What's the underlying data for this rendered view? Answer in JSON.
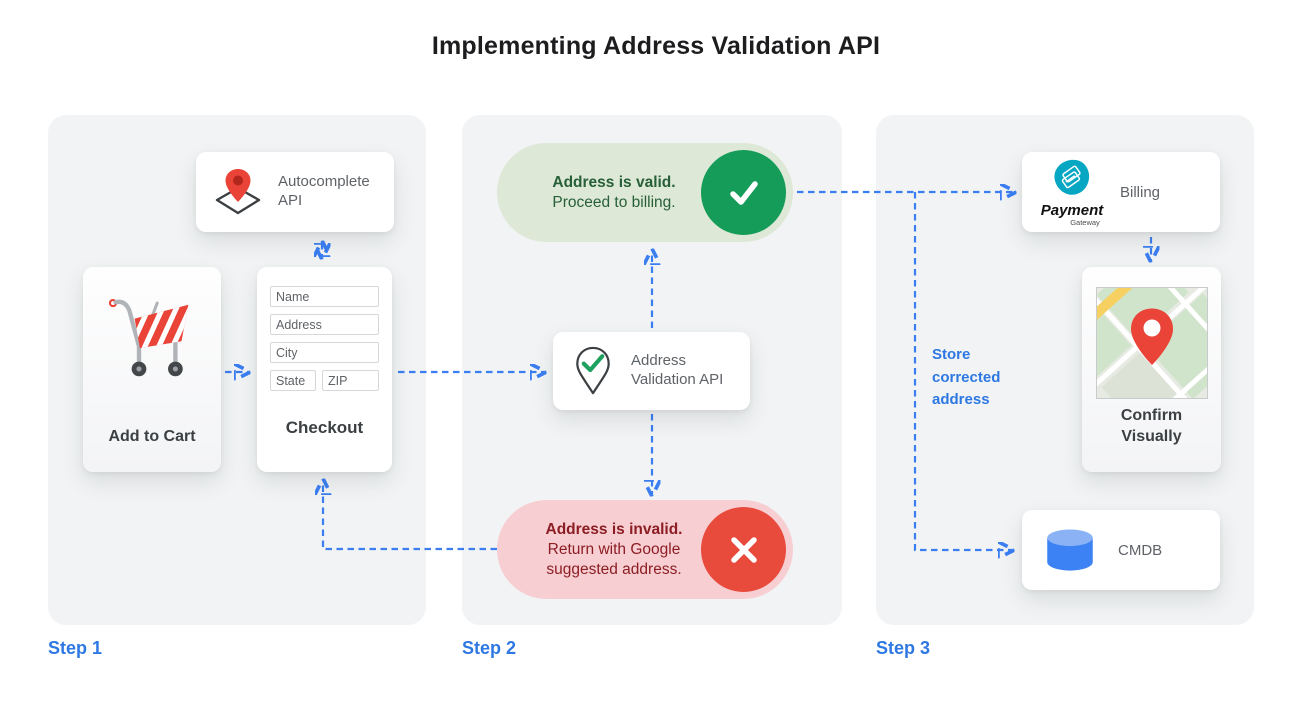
{
  "title": "Implementing Address Validation API",
  "steps": {
    "step1": {
      "label": "Step 1",
      "autocomplete_api": "Autocomplete API",
      "add_to_cart": "Add to Cart",
      "checkout_title": "Checkout",
      "form": {
        "name": "Name",
        "address": "Address",
        "city": "City",
        "state": "State",
        "zip": "ZIP"
      }
    },
    "step2": {
      "label": "Step 2",
      "valid_title": "Address is valid.",
      "valid_text": "Proceed to billing.",
      "validation_api": "Address Validation API",
      "invalid_title": "Address is invalid.",
      "invalid_text": "Return with Google suggested address."
    },
    "step3": {
      "label": "Step 3",
      "billing": "Billing",
      "payment_logo": {
        "title": "Payment",
        "subtitle": "Gateway"
      },
      "confirm_visually": "Confirm Visually",
      "cmdb": "CMDB",
      "store_note": "Store corrected address"
    }
  },
  "icons": {
    "autocomplete": "map-pin-diamond-icon",
    "validation": "map-pin-check-icon",
    "cart": "shopping-cart-icon",
    "valid": "check-circle-icon",
    "invalid": "x-circle-icon",
    "payment": "payment-gateway-logo",
    "confirm": "map-thumbnail",
    "cmdb": "database-icon"
  },
  "colors": {
    "arrow_blue": "#3a7ef2",
    "step_blue": "#2e78e3",
    "panel_gray": "#f1f3f4",
    "valid_bg": "#dde8d6",
    "valid_text": "#265f38",
    "valid_circle": "#149c58",
    "invalid_bg": "#f7cfd3",
    "invalid_text": "#8c1d23",
    "invalid_circle": "#e84a3c",
    "pin_red": "#e94437",
    "cmdb_blue": "#3d82f4",
    "gateway_teal": "#07a6c3"
  }
}
